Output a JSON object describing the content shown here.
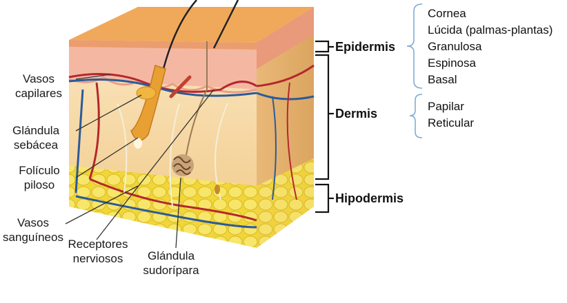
{
  "labels": {
    "vasos_capilares": [
      "Vasos",
      "capilares"
    ],
    "glandula_sebacea": [
      "Glándula",
      "sebácea"
    ],
    "foliculo_piloso": [
      "Folículo",
      "piloso"
    ],
    "vasos_sanguineos": [
      "Vasos",
      "sanguíneos"
    ],
    "receptores_nerviosos": [
      "Receptores",
      "nerviosos"
    ],
    "glandula_sudoripara": [
      "Glándula",
      "sudorípara"
    ]
  },
  "layers": {
    "epidermis": "Epidermis",
    "dermis": "Dermis",
    "hipodermis": "Hipodermis"
  },
  "epidermis_sublayers": [
    "Cornea",
    "Lúcida (palmas-plantas)",
    "Granulosa",
    "Espinosa",
    "Basal"
  ],
  "dermis_sublayers": [
    "Papilar",
    "Reticular"
  ],
  "colors": {
    "stratum_corneum": "#f0a95a",
    "epidermis": "#f6c6a8",
    "dermis": "#f7d9a8",
    "hypodermis_fat": "#f3dc3c",
    "artery": "#b5272d",
    "vein": "#2b5a9a",
    "bracket_blue": "#7aa7d4"
  }
}
